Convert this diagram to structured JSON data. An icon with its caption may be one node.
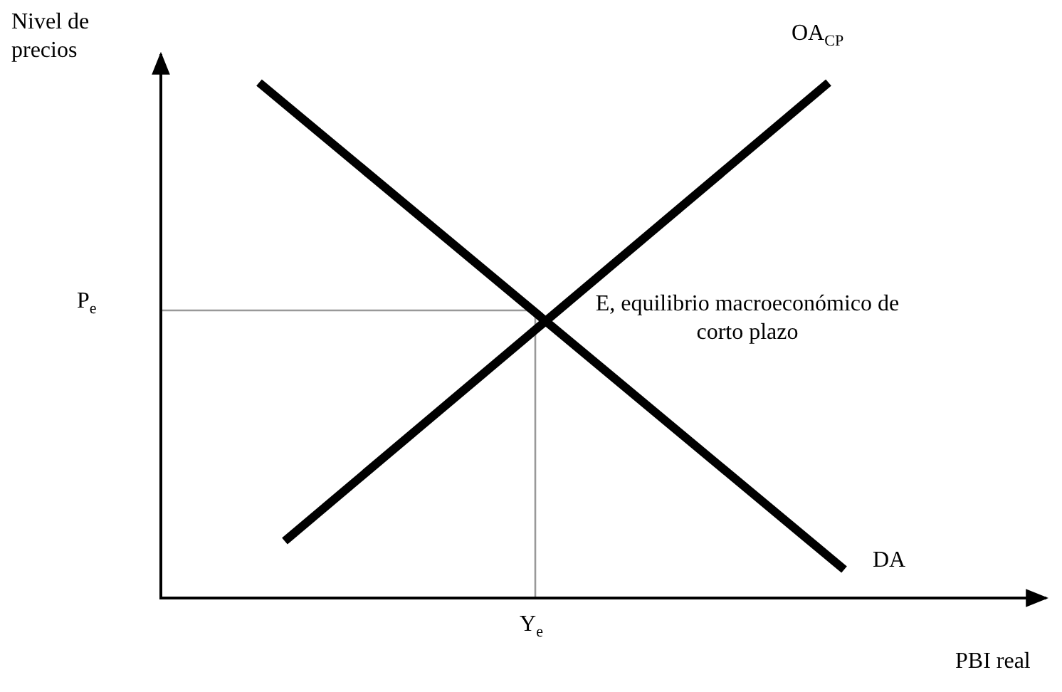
{
  "diagram": {
    "labels": [
      "Nivel de precios",
      "OA$_{CP}$",
      "P$_{e}$",
      "E, equilibrio macroeconómico de corto plazo",
      "DA",
      "Y$_{e}$",
      "PBI real"
    ]
  }
}
